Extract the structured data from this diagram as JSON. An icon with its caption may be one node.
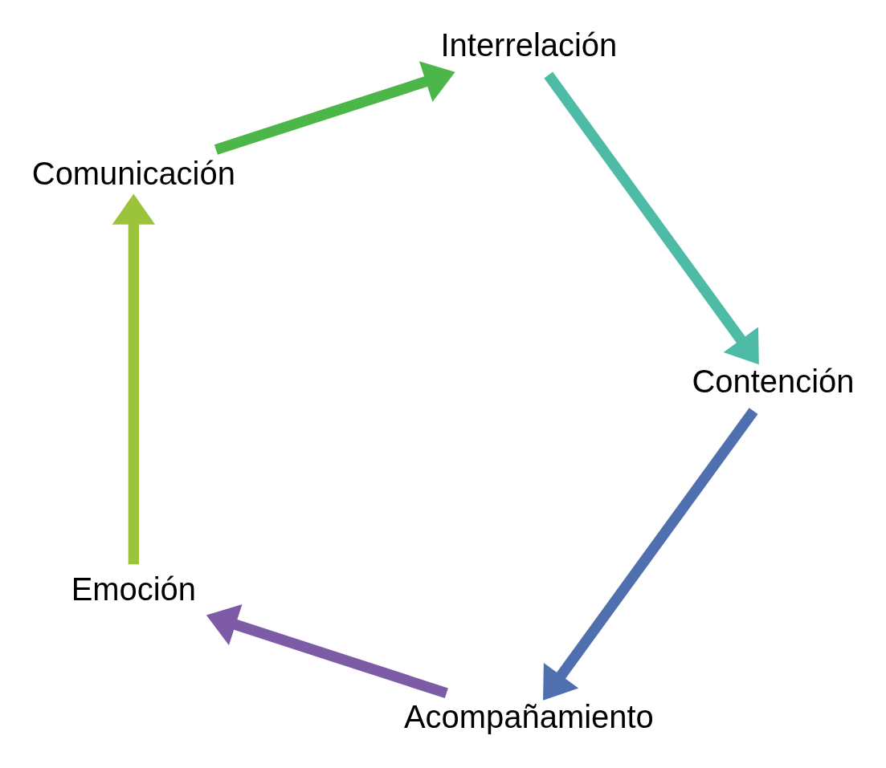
{
  "diagram": {
    "nodes": [
      {
        "text": [
          "Acompañamiento"
        ]
      },
      {
        "text": [
          "Emoción"
        ]
      },
      {
        "text": [
          "Comunicación"
        ]
      },
      {
        "text": [
          "Interrelación"
        ]
      },
      {
        "text": [
          "Contención"
        ]
      }
    ],
    "edges": [
      {
        "from": 0,
        "to": 1,
        "arrow": "to",
        "color": "#7d5ba6"
      },
      {
        "from": 1,
        "to": 2,
        "arrow": "to",
        "color": "#9bc43c"
      },
      {
        "from": 2,
        "to": 3,
        "arrow": "to",
        "color": "#4cb648"
      },
      {
        "from": 3,
        "to": 4,
        "arrow": "to",
        "color": "#4dbba6"
      },
      {
        "from": 4,
        "to": 0,
        "arrow": "to",
        "color": "#4f6fae"
      }
    ]
  }
}
